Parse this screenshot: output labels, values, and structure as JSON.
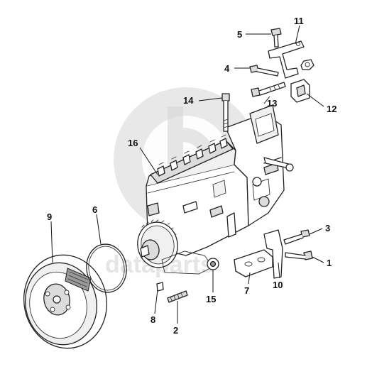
{
  "watermark": {
    "text": "dataparts",
    "color": "#c8c8c8"
  },
  "callouts": [
    {
      "id": "1",
      "label": "1"
    },
    {
      "id": "2",
      "label": "2"
    },
    {
      "id": "3",
      "label": "3"
    },
    {
      "id": "4",
      "label": "4"
    },
    {
      "id": "5",
      "label": "5"
    },
    {
      "id": "6",
      "label": "6"
    },
    {
      "id": "7",
      "label": "7"
    },
    {
      "id": "8",
      "label": "8"
    },
    {
      "id": "9",
      "label": "9"
    },
    {
      "id": "10",
      "label": "10"
    },
    {
      "id": "11",
      "label": "11"
    },
    {
      "id": "12",
      "label": "12"
    },
    {
      "id": "13",
      "label": "13"
    },
    {
      "id": "14",
      "label": "14"
    },
    {
      "id": "15",
      "label": "15"
    },
    {
      "id": "16",
      "label": "16"
    }
  ],
  "colors": {
    "line": "#222222",
    "background": "#ffffff"
  }
}
